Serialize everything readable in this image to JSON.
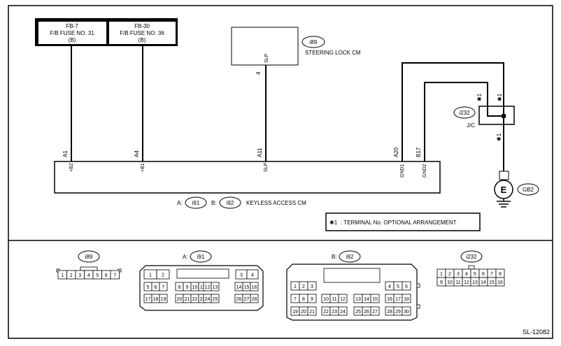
{
  "fuses": [
    {
      "line1": "FB-7",
      "line2": "F/B FUSE NO. 31",
      "line3": "(B)"
    },
    {
      "line1": "FB-30",
      "line2": "F/B FUSE NO. 36",
      "line3": "(B)"
    }
  ],
  "steering_lock": {
    "connector": "i89",
    "name": "STEERING LOCK CM",
    "pin": "4",
    "pin_name": "SLP"
  },
  "jc": {
    "connector": "i232",
    "name": "J/C",
    "note1": "✱1",
    "note2": "✱1",
    "note3": "✱1"
  },
  "ground": {
    "symbol": "E",
    "label": "GB2"
  },
  "keyless": {
    "a_prefix": "A:",
    "a_connector": "i91",
    "b_prefix": "B:",
    "b_connector": "i92",
    "name": "KEYLESS ACCESS CM",
    "terminals": [
      {
        "pin": "A1",
        "name": "+B2"
      },
      {
        "pin": "A4",
        "name": "+B1"
      },
      {
        "pin": "A11",
        "name": "SLP"
      },
      {
        "pin": "A20",
        "name": "GND1"
      },
      {
        "pin": "B17",
        "name": "GND2"
      }
    ]
  },
  "legend": {
    "mark": "✱1",
    "text": ": TERMINAL No. OPTIONAL ARRANGEMENT"
  },
  "connectors": {
    "i89": {
      "id": "i89",
      "prefix": "",
      "rows": [
        [
          "1",
          "2",
          "3",
          "4",
          "5",
          "6",
          "7"
        ]
      ]
    },
    "i91": {
      "id": "i91",
      "prefix": "A:",
      "rows": [
        [
          "1",
          "2",
          "3",
          "4"
        ],
        [
          "5",
          "6",
          "7",
          "8",
          "9",
          "10",
          "11",
          "12",
          "13",
          "14",
          "15",
          "16"
        ],
        [
          "17",
          "18",
          "19",
          "20",
          "21",
          "22",
          "23",
          "24",
          "25",
          "26",
          "27",
          "28"
        ]
      ]
    },
    "i92": {
      "id": "i92",
      "prefix": "B:",
      "rows": [
        [
          "1",
          "2",
          "3",
          "4",
          "5",
          "6"
        ],
        [
          "7",
          "8",
          "9",
          "10",
          "11",
          "12",
          "13",
          "14",
          "15",
          "16",
          "17",
          "18"
        ],
        [
          "19",
          "20",
          "21",
          "22",
          "23",
          "24",
          "25",
          "26",
          "27",
          "28",
          "29",
          "30"
        ]
      ]
    },
    "i232": {
      "id": "i232",
      "prefix": "",
      "rows": [
        [
          "1",
          "2",
          "3",
          "4",
          "5",
          "6",
          "7",
          "8"
        ],
        [
          "9",
          "10",
          "11",
          "12",
          "13",
          "14",
          "15",
          "16"
        ]
      ]
    }
  },
  "figure_id": "SL-12082"
}
